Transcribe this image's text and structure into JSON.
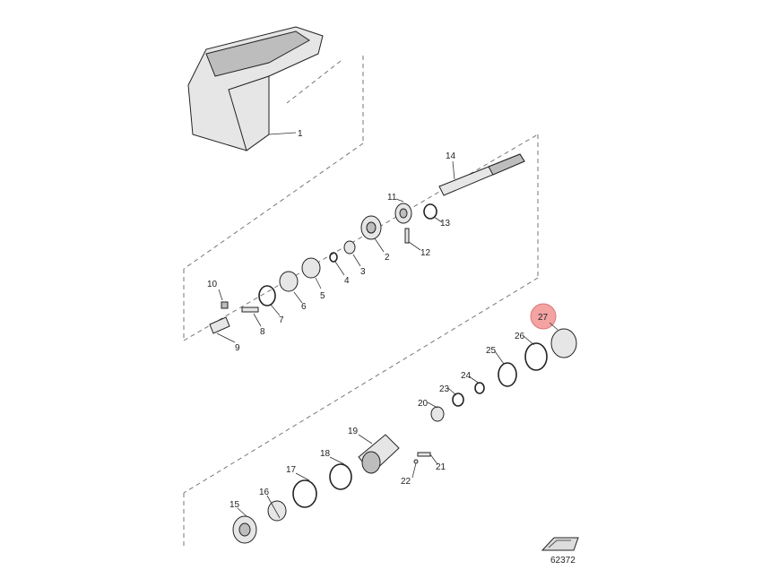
{
  "diagram": {
    "diagram_id": "62372",
    "highlighted_part": "27",
    "highlight_color": "#f4a3a3",
    "callouts": [
      "1",
      "2",
      "3",
      "4",
      "5",
      "6",
      "7",
      "8",
      "9",
      "10",
      "11",
      "12",
      "13",
      "14",
      "15",
      "16",
      "17",
      "18",
      "19",
      "20",
      "21",
      "22",
      "23",
      "24",
      "25",
      "26",
      "27"
    ]
  }
}
